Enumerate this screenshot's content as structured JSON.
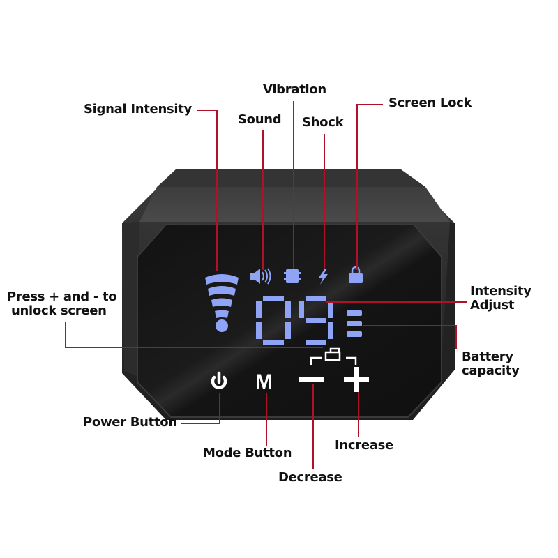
{
  "labels": {
    "signal_intensity": "Signal Intensity",
    "sound": "Sound",
    "vibration": "Vibration",
    "shock": "Shock",
    "screen_lock": "Screen Lock",
    "unlock_line1": "Press + and - to",
    "unlock_line2": "unlock screen",
    "intensity_line1": "Intensity",
    "intensity_line2": "Adjust",
    "battery_line1": "Battery",
    "battery_line2": "capacity",
    "power_button": "Power Button",
    "mode_button": "Mode Button",
    "decrease": "Decrease",
    "increase": "Increase"
  },
  "display": {
    "intensity_value": "09",
    "battery_bars": 3,
    "signal_bars": 4
  },
  "buttons": {
    "power": "power-icon",
    "mode": "M",
    "minus": "−",
    "plus": "+"
  },
  "colors": {
    "lcd": "#8fa4f7",
    "leader": "#b0102a",
    "body": "#2b2b2b",
    "screen": "#141414"
  }
}
